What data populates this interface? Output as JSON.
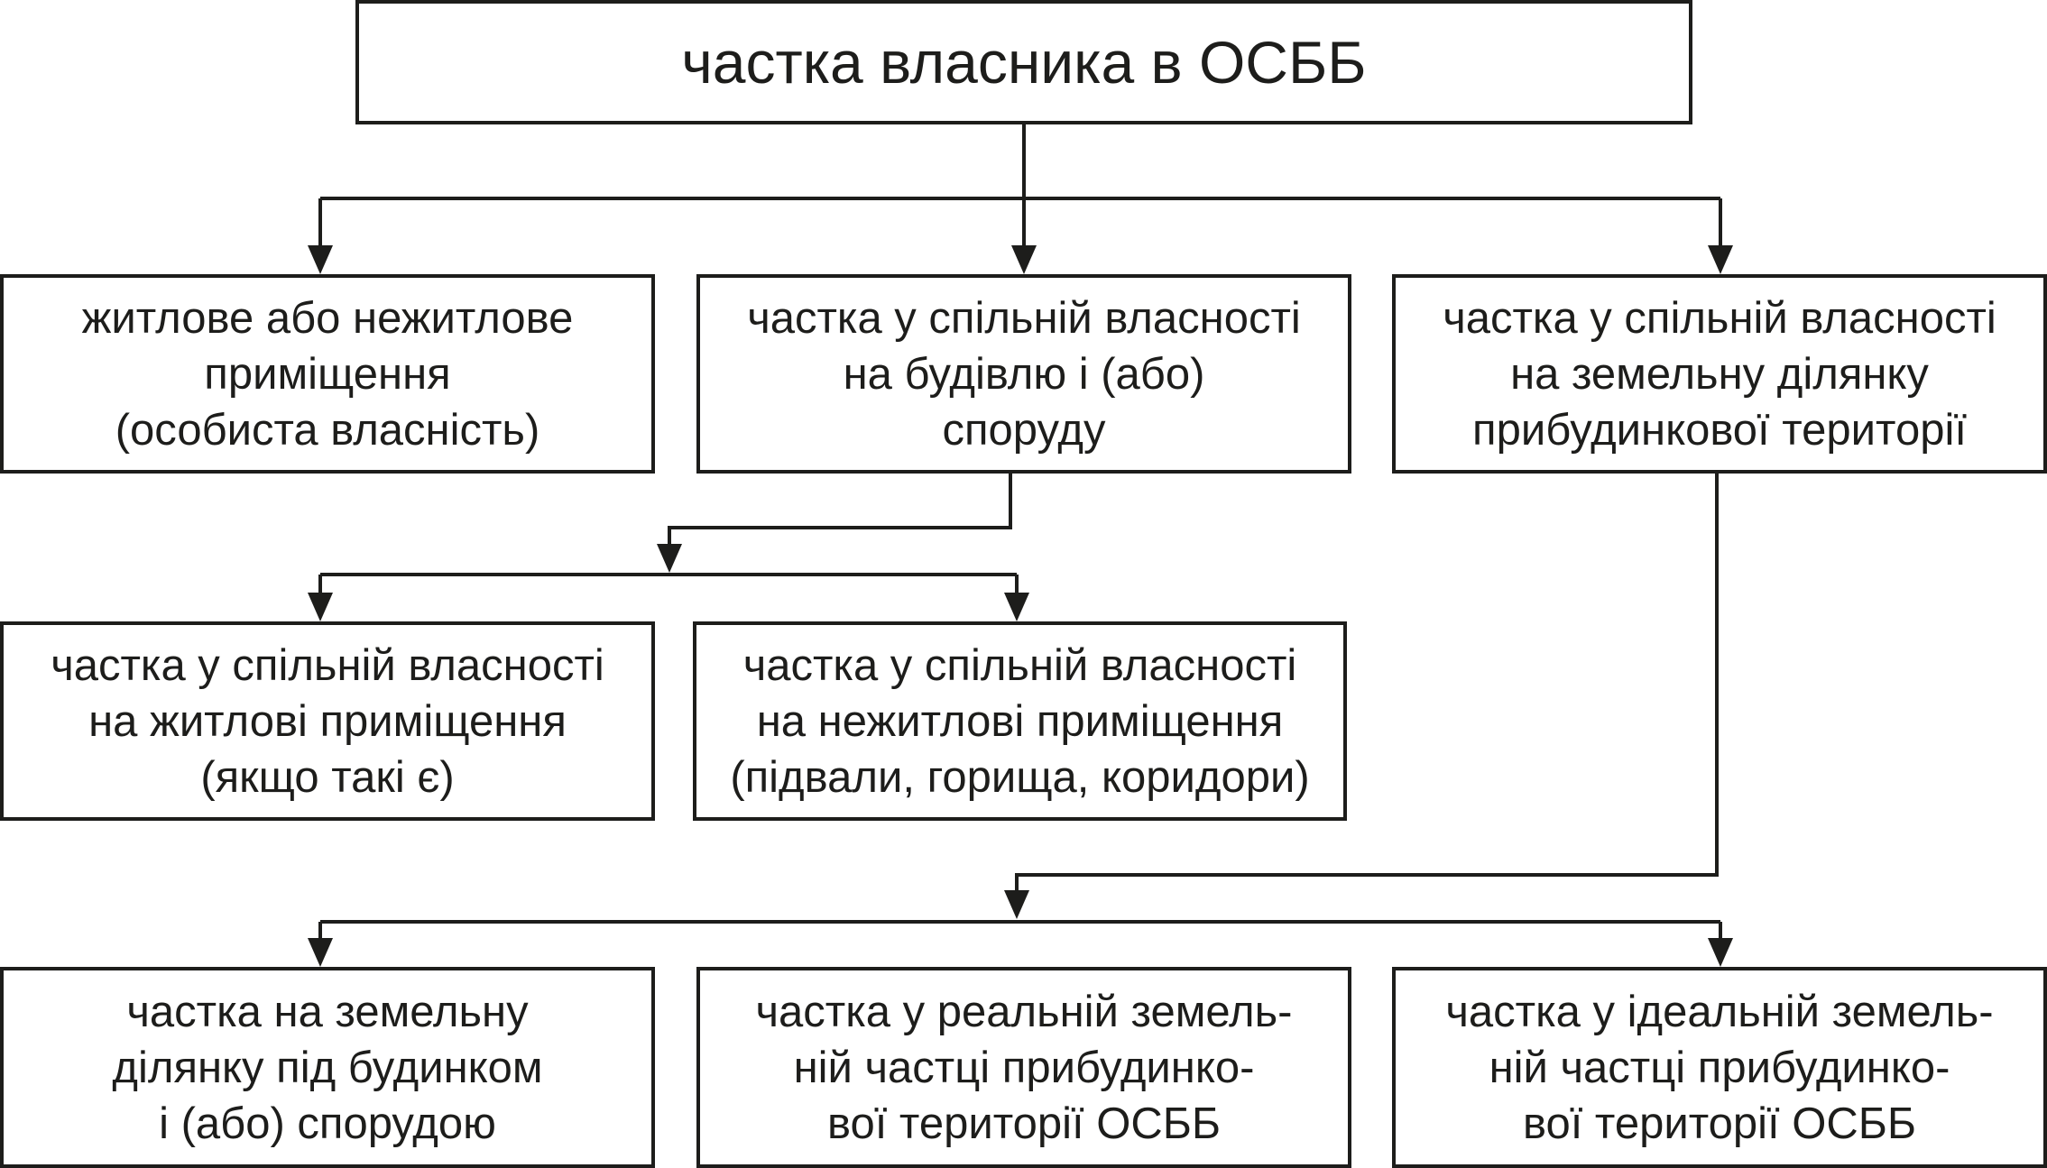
{
  "root": {
    "label": "частка власника в ОСББ"
  },
  "level1": [
    {
      "lines": [
        "житлове або нежитлове",
        "приміщення",
        "(особиста власність)"
      ]
    },
    {
      "lines": [
        "частка у спільній власності",
        "на будівлю і (або)",
        "споруду"
      ]
    },
    {
      "lines": [
        "частка у спільній власності",
        "на земельну ділянку",
        "прибудинкової території"
      ]
    }
  ],
  "level2": [
    {
      "lines": [
        "частка у спільній власності",
        "на житлові приміщення",
        "(якщо такі є)"
      ]
    },
    {
      "lines": [
        "частка у спільній власності",
        "на нежитлові приміщення",
        "(підвали, горища, коридори)"
      ]
    }
  ],
  "level3": [
    {
      "lines": [
        "частка на земельну",
        "ділянку під будинком",
        "і (або) спорудою"
      ]
    },
    {
      "lines": [
        "частка у реальній земель-",
        "ній частці прибудинко-",
        "вої території ОСББ"
      ]
    },
    {
      "lines": [
        "частка у ідеальній земель-",
        "ній частці прибудинко-",
        "вої території ОСББ"
      ]
    }
  ],
  "colors": {
    "stroke": "#1d1d1b",
    "background": "#ffffff"
  }
}
